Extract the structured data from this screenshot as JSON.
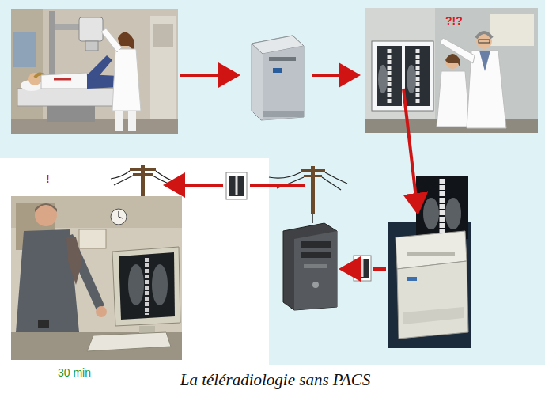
{
  "diagram": {
    "caption": "La téléradiologie sans PACS",
    "labels": [
      "?!?",
      "!",
      "30 min"
    ]
  }
}
